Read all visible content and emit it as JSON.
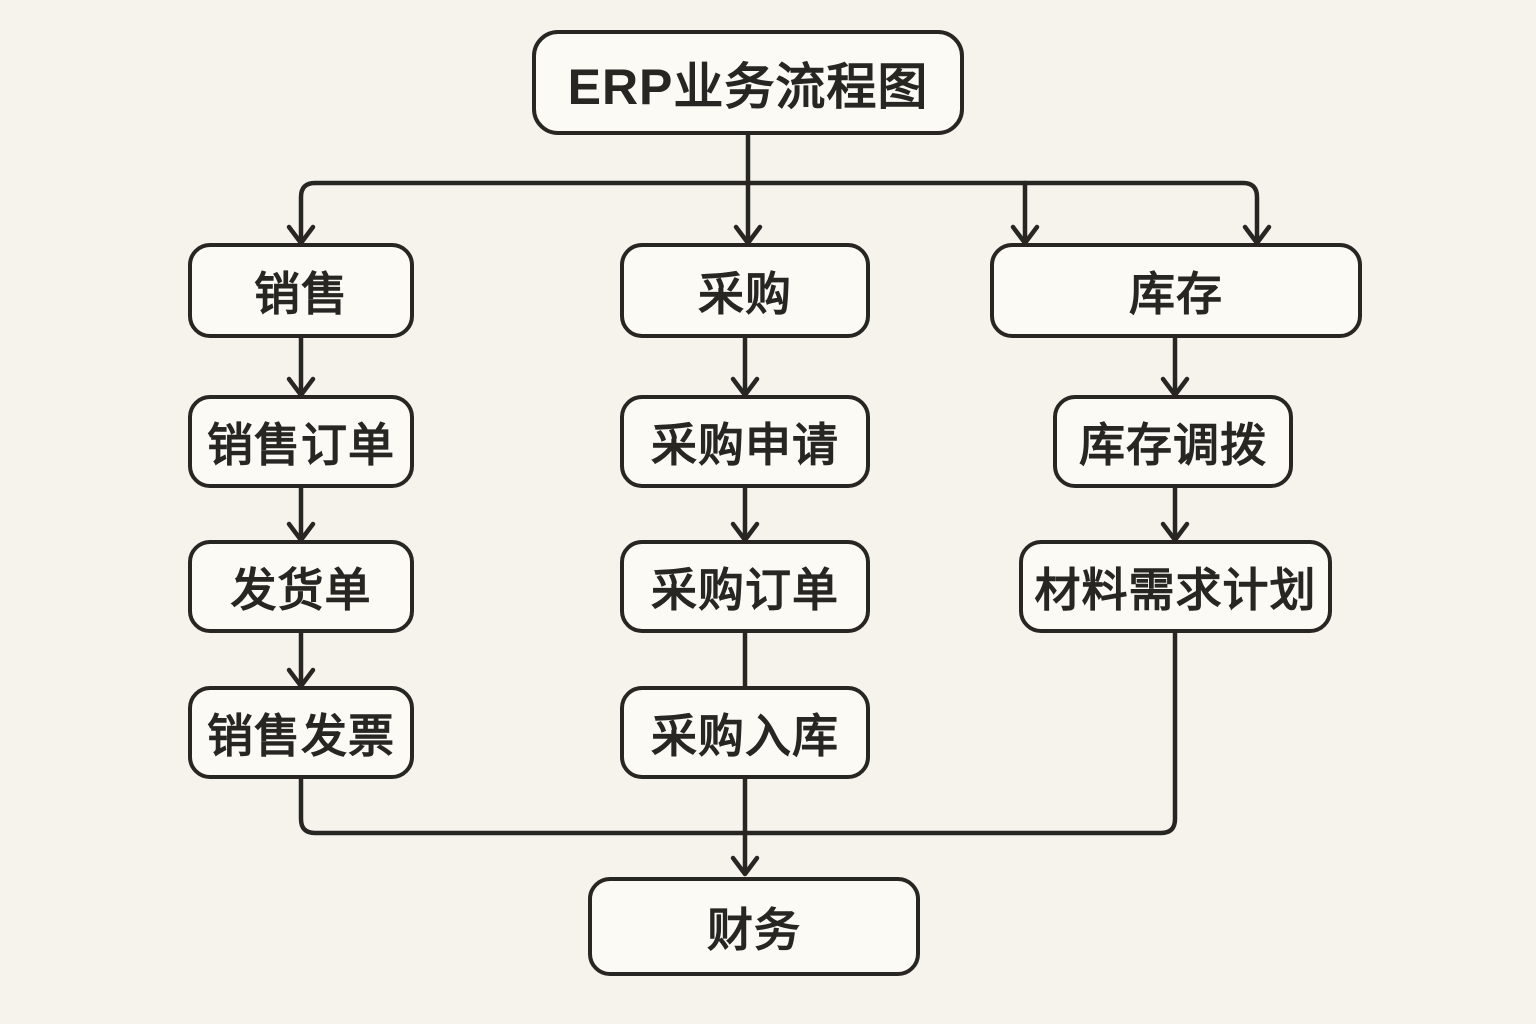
{
  "page": {
    "background_color": "#f5f3ec",
    "node_fill_color": "#fbfaf5",
    "line_color": "#282623"
  },
  "diagram": {
    "title": {
      "id": "title",
      "label": "ERP业务流程图"
    },
    "nodes": [
      {
        "id": "sales",
        "label": "销售"
      },
      {
        "id": "purchasing",
        "label": "采购"
      },
      {
        "id": "inventory",
        "label": "库存"
      },
      {
        "id": "sales-order",
        "label": "销售订单"
      },
      {
        "id": "purchase-request",
        "label": "采购申请"
      },
      {
        "id": "inventory-transfer",
        "label": "库存调拨"
      },
      {
        "id": "delivery-note",
        "label": "发货单"
      },
      {
        "id": "purchase-order",
        "label": "采购订单"
      },
      {
        "id": "mrp",
        "label": "材料需求计划"
      },
      {
        "id": "sales-invoice",
        "label": "销售发票"
      },
      {
        "id": "purchase-receipt",
        "label": "采购入库"
      },
      {
        "id": "finance",
        "label": "财务"
      }
    ],
    "edges": [
      {
        "from": "ERP业务流程图",
        "to": "销售",
        "arrow": true
      },
      {
        "from": "ERP业务流程图",
        "to": "采购",
        "arrow": true
      },
      {
        "from": "ERP业务流程图",
        "to": "库存",
        "arrow": true,
        "note": "two arrowheads enter the 库存 box"
      },
      {
        "from": "销售",
        "to": "销售订单",
        "arrow": true
      },
      {
        "from": "销售订单",
        "to": "发货单",
        "arrow": true
      },
      {
        "from": "发货单",
        "to": "销售发票",
        "arrow": true
      },
      {
        "from": "采购",
        "to": "采购申请",
        "arrow": true
      },
      {
        "from": "采购申请",
        "to": "采购订单",
        "arrow": true
      },
      {
        "from": "采购订单",
        "to": "采购入库",
        "arrow": false
      },
      {
        "from": "库存",
        "to": "库存调拨",
        "arrow": true
      },
      {
        "from": "库存调拨",
        "to": "材料需求计划",
        "arrow": true
      },
      {
        "from": "销售发票",
        "to": "财务",
        "arrow": false
      },
      {
        "from": "材料需求计划",
        "to": "财务",
        "arrow": false
      },
      {
        "from": "采购入库",
        "to": "财务",
        "arrow": true
      }
    ]
  }
}
